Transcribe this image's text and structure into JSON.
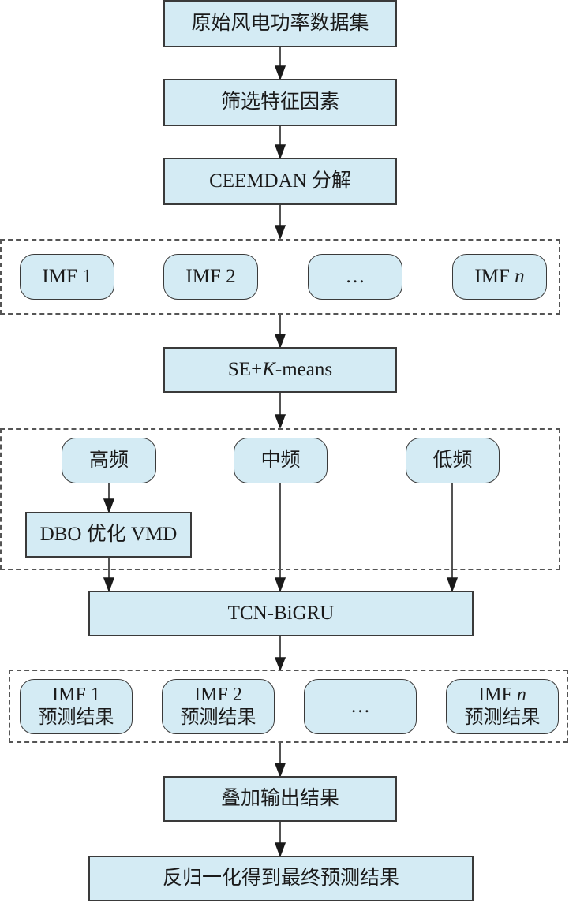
{
  "title": "风电功率预测流程图",
  "steps": {
    "raw_data": "原始风电功率数据集",
    "feature_select": "筛选特征因素",
    "ceemdan": "CEEMDAN 分解",
    "se_kmeans_prefix": "SE+",
    "se_kmeans_k": "K",
    "se_kmeans_suffix": "-means",
    "tcn_bigru": "TCN-BiGRU",
    "superpose": "叠加输出结果",
    "final": "反归一化得到最终预测结果"
  },
  "imf_group": {
    "items": [
      "IMF 1",
      "IMF 2",
      "…",
      "IMF "
    ],
    "n_symbol": "n"
  },
  "freq_group": {
    "high": "高频",
    "mid": "中频",
    "low": "低频",
    "dbo_vmd": "DBO 优化 VMD"
  },
  "pred_group": {
    "items": [
      "IMF 1",
      "IMF 2",
      "…",
      "IMF "
    ],
    "n_symbol": "n",
    "result_label": "预测结果"
  },
  "colors": {
    "box_fill": "#d4ebf4",
    "stroke": "#3a3a3a",
    "dashed": "#555555"
  }
}
